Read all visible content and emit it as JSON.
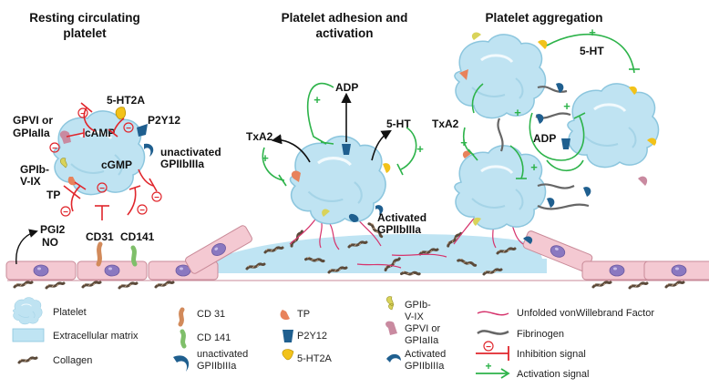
{
  "panels": {
    "resting": {
      "title_line1": "Resting circulating",
      "title_line2": "platelet"
    },
    "adhesion": {
      "title_line1": "Platelet adhesion and",
      "title_line2": "activation"
    },
    "aggregation": {
      "title": "Platelet aggregation"
    }
  },
  "resting_labels": {
    "ht2a": "5-HT2A",
    "p2y12": "P2Y12",
    "gpvi_1": "GPVI or",
    "gpvi_2": "GPIaIIa",
    "camp": "cAMP",
    "cgmp": "cGMP",
    "unact_1": "unactivated",
    "unact_2": "GPIIbIIIa",
    "gpib_1": "GPIb-",
    "gpib_2": "V-IX",
    "tp": "TP",
    "pgi2": "PGI2",
    "no": "NO",
    "cd31": "CD31",
    "cd141": "CD141"
  },
  "adhesion_labels": {
    "adp": "ADP",
    "txa2": "TxA2",
    "ht": "5-HT",
    "act_1": "Activated",
    "act_2": "GPIIbIIIa"
  },
  "aggregation_labels": {
    "ht": "5-HT",
    "txa2": "TxA2",
    "adp": "ADP"
  },
  "signs": {
    "plus": "+",
    "minus": "−"
  },
  "legend": {
    "platelet": "Platelet",
    "ecm": "Extracellular matrix",
    "collagen": "Collagen",
    "cd31": "CD 31",
    "cd141": "CD 141",
    "unact_1": "unactivated",
    "unact_2": "GPIIbIIIa",
    "tp": "TP",
    "p2y12": "P2Y12",
    "ht2a": "5-HT2A",
    "gpib_1": "GPIb-",
    "gpib_2": "V-IX",
    "gpvi_1": "GPVI or",
    "gpvi_2": "GPIaIIa",
    "act_1": "Activated",
    "act_2": "GPIIbIIIa",
    "vwf": "Unfolded vonWillebrand Factor",
    "fibrinogen": "Fibrinogen",
    "inhibition": "Inhibition signal",
    "activation": "Activation signal"
  },
  "colors": {
    "platelet": "#bfe3f2",
    "platelet_edge": "#8cc6de",
    "matrix": "#bfe4f3",
    "endothelium": "#f4c9d2",
    "nucleus": "#8a78c0",
    "inhibition": "#e0262c",
    "activation": "#2db34a",
    "tp": "#e8825b",
    "cd31": "#d28a5a",
    "cd141": "#7fbf6a",
    "receptor_blue": "#1f5f8f",
    "ht2a": "#f2c21a",
    "gpib": "#d9d35a",
    "gpvi": "#c98aa0",
    "vwf": "#d6336c",
    "fibrinogen": "#666666",
    "collagen": "#5b4a3a"
  }
}
